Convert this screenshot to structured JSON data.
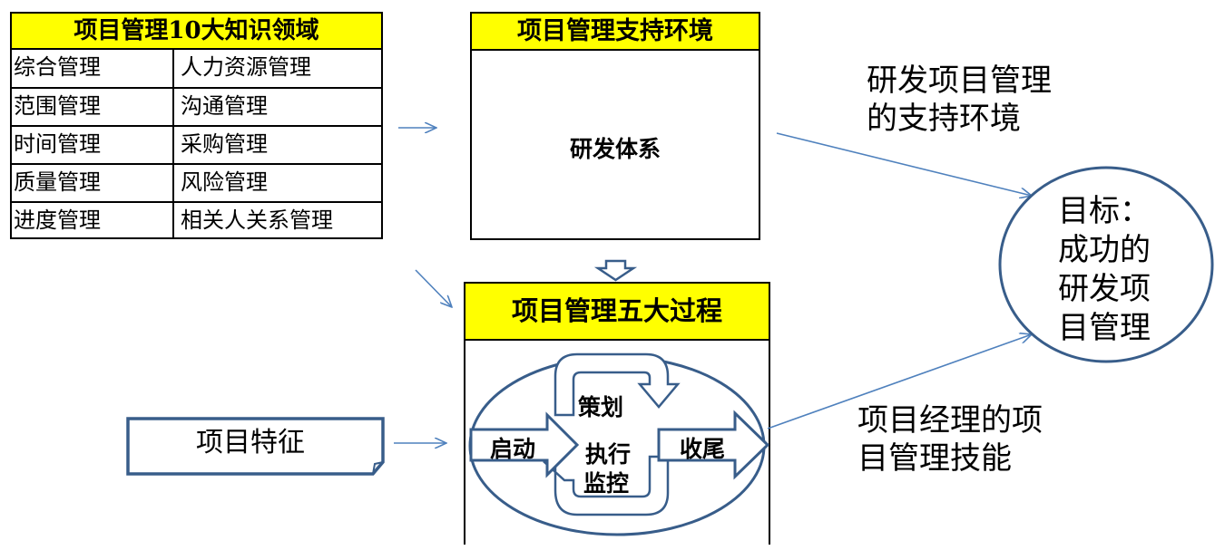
{
  "knowledge_areas": {
    "title": "项目管理10大知识领域",
    "rows": [
      [
        "综合管理",
        "人力资源管理"
      ],
      [
        "范围管理",
        "沟通管理"
      ],
      [
        "时间管理",
        "采购管理"
      ],
      [
        "质量管理",
        "风险管理"
      ],
      [
        "进度管理",
        "相关人关系管理"
      ]
    ]
  },
  "support_env": {
    "title": "项目管理支持环境",
    "body": "研发体系"
  },
  "support_env_note": {
    "line1": "研发项目管理",
    "line2": "的支持环境"
  },
  "processes": {
    "title": "项目管理五大过程",
    "start": "启动",
    "plan": "策划",
    "execute": "执行",
    "monitor": "监控",
    "close": "收尾"
  },
  "project_feature": "项目特征",
  "pm_skill_note": {
    "line1": "项目经理的项",
    "line2": "目管理技能"
  },
  "goal": {
    "line1": "目标：",
    "line2": "成功的",
    "line3": "研发项",
    "line4": "目管理"
  },
  "colors": {
    "header_fill": "#ffff00",
    "arrow_blue": "#4f81bd",
    "outline_navy": "#385d8a"
  }
}
